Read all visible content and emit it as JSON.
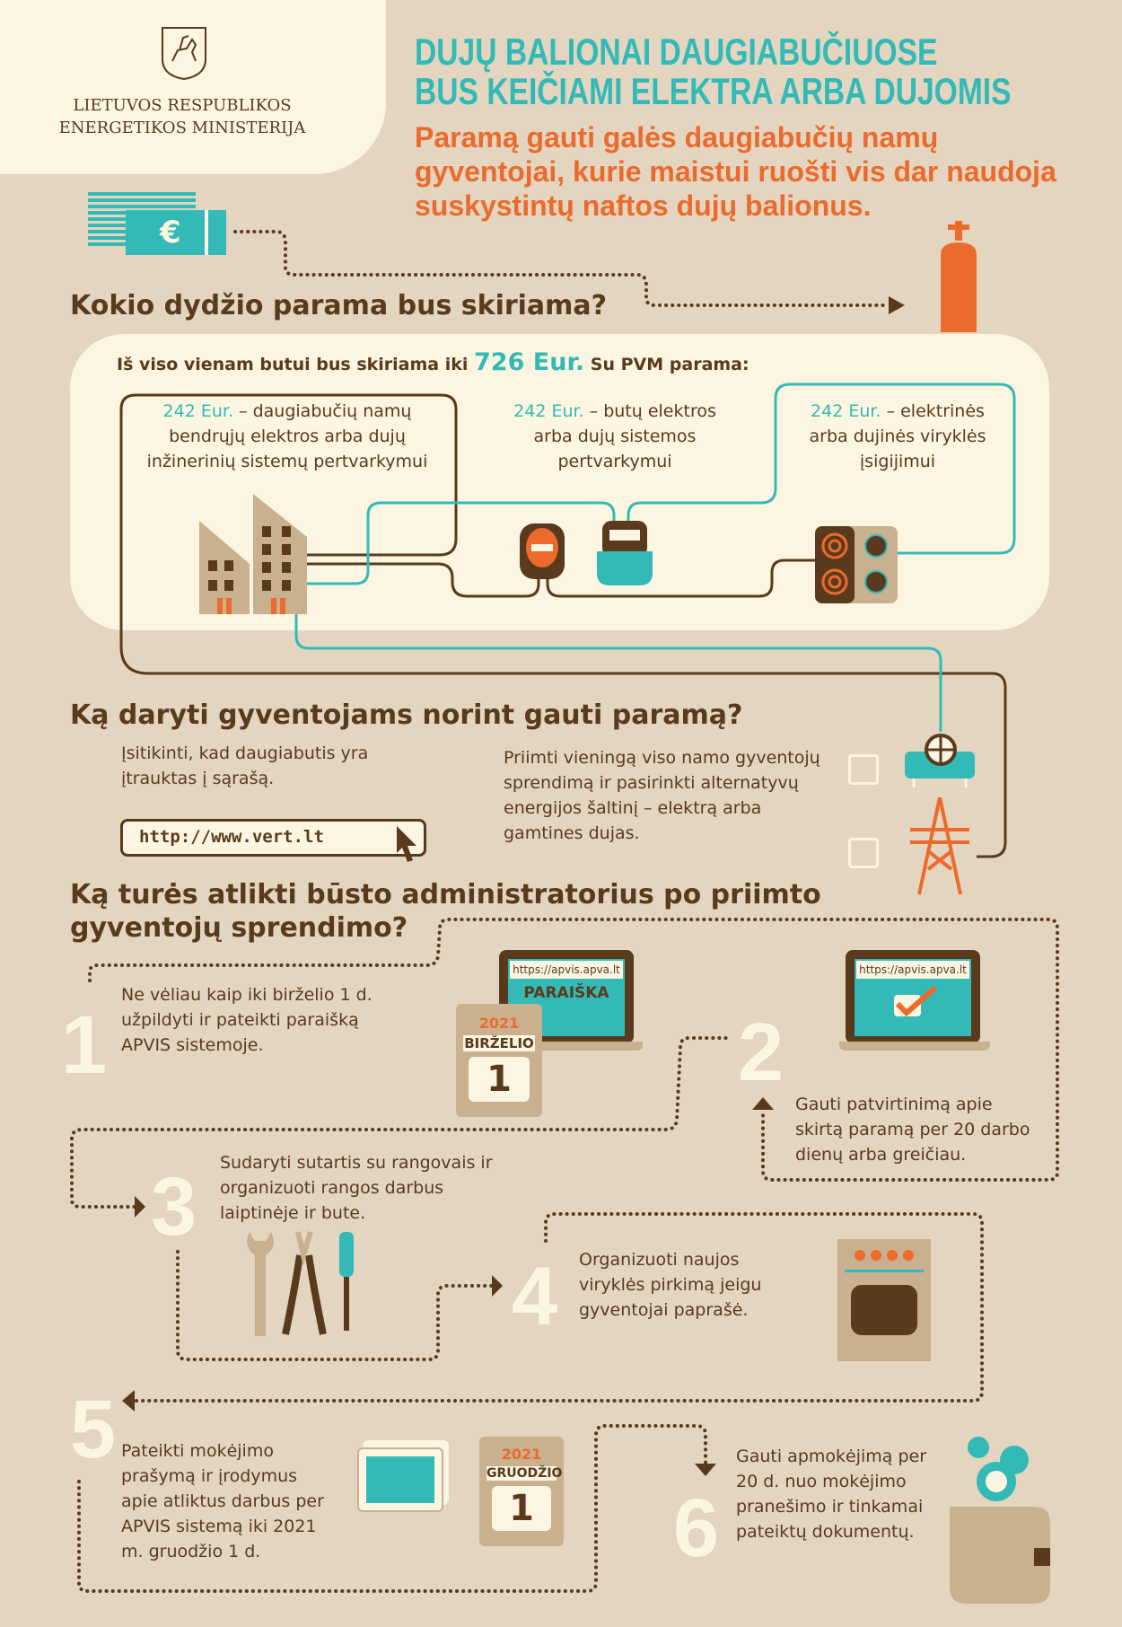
{
  "header": {
    "ministry_line1": "LIETUVOS RESPUBLIKOS",
    "ministry_line2": "ENERGETIKOS MINISTERIJA",
    "title_line1": "DUJŲ BALIONAI DAUGIABUČIUOSE",
    "title_line2": "BUS KEIČIAMI ELEKTRA ARBA DUJOMIS",
    "subtitle": "Paramą gauti galės daugiabučių namų gyventojai, kurie maistui ruošti vis dar naudoja suskystintų naftos dujų balionus.",
    "euro_symbol": "€"
  },
  "section1": {
    "heading": "Kokio dydžio parama bus skiriama?",
    "total_prefix": "Iš viso vienam butui bus skiriama iki",
    "total_amount": "726 Eur.",
    "total_suffix": "Su PVM parama:",
    "items": [
      {
        "amount": "242 Eur.",
        "text": "– daugiabučių namų bendrųjų elektros arba dujų inžinerinių sistemų pertvarkymui"
      },
      {
        "amount": "242 Eur.",
        "text": "– butų elektros arba dujų sistemos pertvarkymui"
      },
      {
        "amount": "242 Eur.",
        "text": "– elektrinės arba dujinės viryklės įsigijimui"
      }
    ]
  },
  "section2": {
    "heading": "Ką daryti gyventojams norint gauti paramą?",
    "step_a": "Įsitikinti, kad daugiabutis yra įtrauktas į sąrašą.",
    "url": "http://www.vert.lt",
    "step_b": "Priimti vieningą viso namo gyventojų sprendimą ir pasirinkti alternatyvų energijos šaltinį – elektrą arba gamtines dujas."
  },
  "section3": {
    "heading_line1": "Ką turės atlikti būsto administratorius po priimto",
    "heading_line2": "gyventojų sprendimo?",
    "laptop1_url": "https://apvis.apva.lt",
    "laptop1_label": "PARAIŠKA",
    "laptop2_url": "https://apvis.apva.lt",
    "calendar1": {
      "year": "2021",
      "month": "BIRŽELIO",
      "day": "1"
    },
    "calendar2": {
      "year": "2021",
      "month": "GRUODŽIO",
      "day": "1"
    },
    "steps": [
      {
        "num": "1",
        "text": "Ne vėliau kaip iki birželio 1 d. užpildyti ir pateikti paraišką APVIS sistemoje."
      },
      {
        "num": "2",
        "text": "Gauti patvirtinimą apie skirtą paramą per 20 darbo dienų arba greičiau."
      },
      {
        "num": "3",
        "text": "Sudaryti sutartis su rangovais ir organizuoti rangos darbus laiptinėje ir bute."
      },
      {
        "num": "4",
        "text": "Organizuoti naujos viryklės pirkimą jeigu gyventojai paprašė."
      },
      {
        "num": "5",
        "text": "Pateikti mokėjimo prašymą ir įrodymus apie atliktus darbus per APVIS sistemą iki 2021 m. gruodžio 1 d."
      },
      {
        "num": "6",
        "text": "Gauti apmokėjimą per 20 d. nuo mokėjimo pranešimo ir tinkamai pateiktų dokumentų."
      }
    ]
  },
  "colors": {
    "teal": "#33bab6",
    "orange": "#ec6a2b",
    "brown": "#5a3a1d",
    "cream": "#fcf5e1",
    "tan": "#c9b08f",
    "background": "#e3d5bf"
  }
}
